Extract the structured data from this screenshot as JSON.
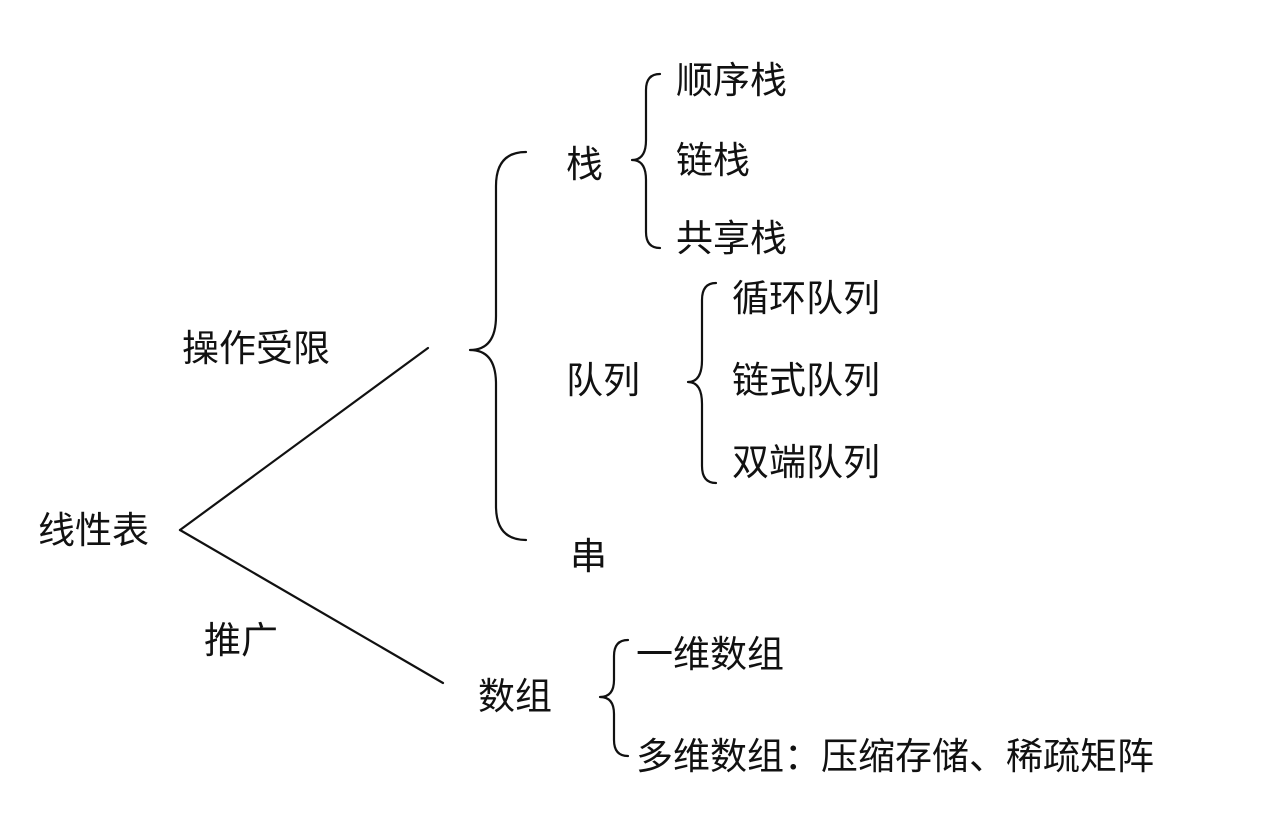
{
  "root": {
    "label": "线性表"
  },
  "branches": {
    "restricted": {
      "label": "操作受限"
    },
    "generalized": {
      "label": "推广"
    }
  },
  "stack": {
    "label": "栈",
    "children": [
      "顺序栈",
      "链栈",
      "共享栈"
    ]
  },
  "queue": {
    "label": "队列",
    "children": [
      "循环队列",
      "链式队列",
      "双端队列"
    ]
  },
  "string": {
    "label": "串"
  },
  "array": {
    "label": "数组",
    "children": [
      "一维数组",
      "多维数组：压缩存储、稀疏矩阵"
    ]
  },
  "colors": {
    "ink": "#111111",
    "background": "#ffffff"
  }
}
